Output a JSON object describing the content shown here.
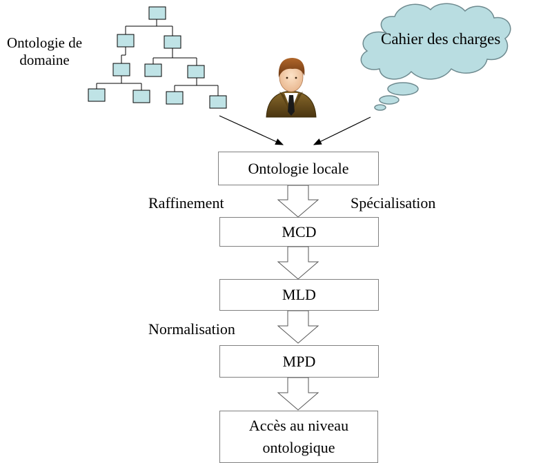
{
  "domain_ontology": {
    "label_line1": "Ontologie de",
    "label_line2": "domaine"
  },
  "specification": {
    "label": "Cahier des charges"
  },
  "designer": {
    "icon": "person-icon"
  },
  "flow": {
    "step1": "Ontologie locale",
    "step2": "MCD",
    "step3": "MLD",
    "step4": "MPD",
    "step5_line1": "Accès au niveau",
    "step5_line2": "ontologique"
  },
  "transitions": {
    "left_1": "Raffinement",
    "right_1": "Spécialisation",
    "left_3": "Normalisation"
  },
  "colors": {
    "tree_node": "#bfe3e6",
    "cloud_fill": "#b9dde1",
    "box_border": "#7f7f7f"
  }
}
